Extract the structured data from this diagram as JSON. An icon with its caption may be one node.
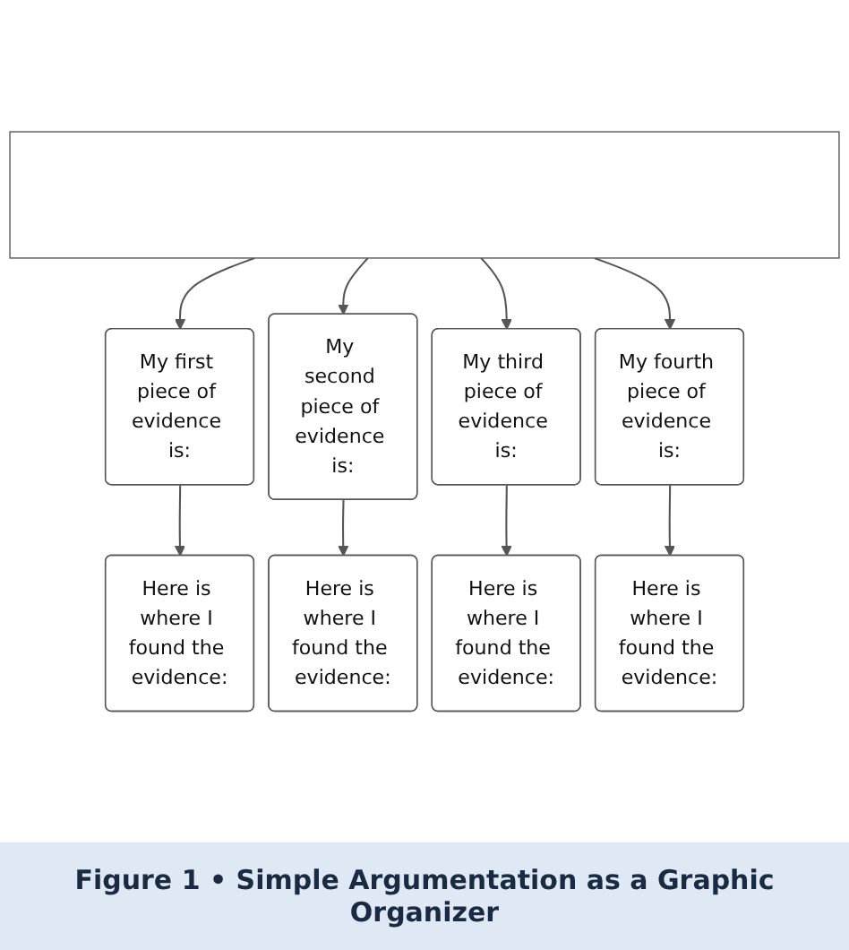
{
  "diagram": {
    "caption": "Figure 1 • Simple Argumentation as a Graphic Organizer",
    "nodes": [
      {
        "text": [],
        "shape": "box"
      },
      {
        "text": [
          "My first piece of evidence is:"
        ]
      },
      {
        "text": [
          "My second piece of evidence is:"
        ]
      },
      {
        "text": [
          "My third piece of evidence is:"
        ]
      },
      {
        "text": [
          "My fourth piece of evidence is:"
        ]
      },
      {
        "text": [
          "Here is where I found the evidence:"
        ]
      },
      {
        "text": [
          "Here is where I found the evidence:"
        ]
      },
      {
        "text": [
          "Here is where I found the evidence:"
        ]
      },
      {
        "text": [
          "Here is where I found the evidence:"
        ]
      }
    ],
    "edges": [
      {
        "from": 0,
        "to": 1,
        "arrow": "to"
      },
      {
        "from": 0,
        "to": 2,
        "arrow": "to"
      },
      {
        "from": 0,
        "to": 3,
        "arrow": "to"
      },
      {
        "from": 0,
        "to": 4,
        "arrow": "to"
      },
      {
        "from": 1,
        "to": 5,
        "arrow": "to"
      },
      {
        "from": 2,
        "to": 6,
        "arrow": "to"
      },
      {
        "from": 3,
        "to": 7,
        "arrow": "to"
      },
      {
        "from": 4,
        "to": 8,
        "arrow": "to"
      }
    ]
  }
}
